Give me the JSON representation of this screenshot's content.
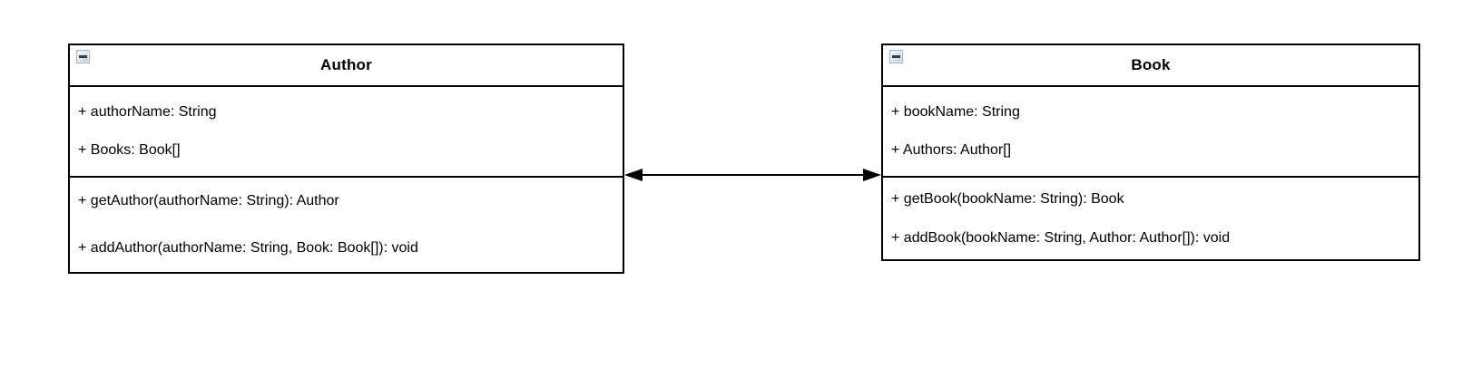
{
  "diagram": {
    "kind": "uml-class-diagram",
    "background_color": "#ffffff",
    "stroke_color": "#000000",
    "text_color": "#000000"
  },
  "classes": [
    {
      "name": "Author",
      "collapse_icon": "minus-box",
      "attributes": [
        "+ authorName: String",
        "+ Books: Book[]"
      ],
      "methods": [
        "+ getAuthor(authorName: String): Author",
        "+ addAuthor(authorName: String, Book: Book[]): void"
      ]
    },
    {
      "name": "Book",
      "collapse_icon": "minus-box",
      "attributes": [
        "+ bookName: String",
        "+ Authors: Author[]"
      ],
      "methods": [
        "+ getBook(bookName: String): Book",
        "+ addBook(bookName: String, Author: Author[]): void"
      ]
    }
  ],
  "connector": {
    "type": "association",
    "style": "double-headed-arrow",
    "from": "Author",
    "to": "Book",
    "color": "#000000"
  }
}
